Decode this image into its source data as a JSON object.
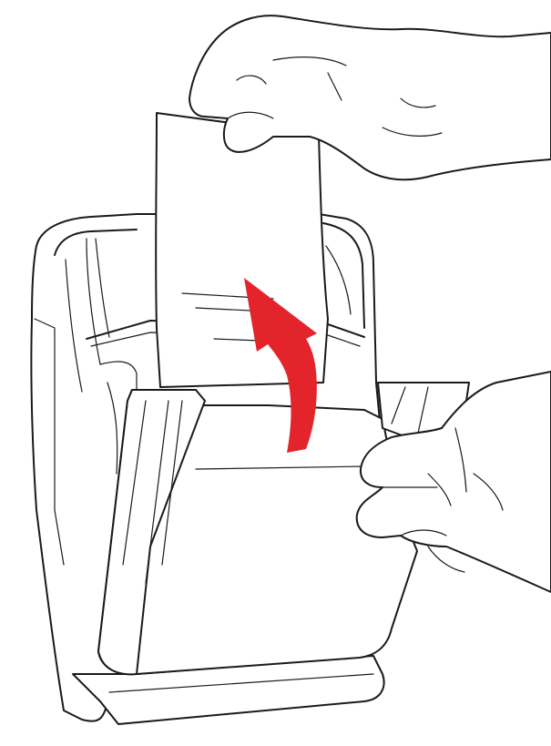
{
  "illustration": {
    "objects": [
      "printer",
      "paper-sheet",
      "left-hand",
      "right-hand",
      "lift-arrow"
    ],
    "icons": {
      "arrow": "curved-up-arrow-icon"
    },
    "colors": {
      "arrow": "#e3242b",
      "line": "#1a1a1a",
      "background": "#ffffff"
    }
  }
}
